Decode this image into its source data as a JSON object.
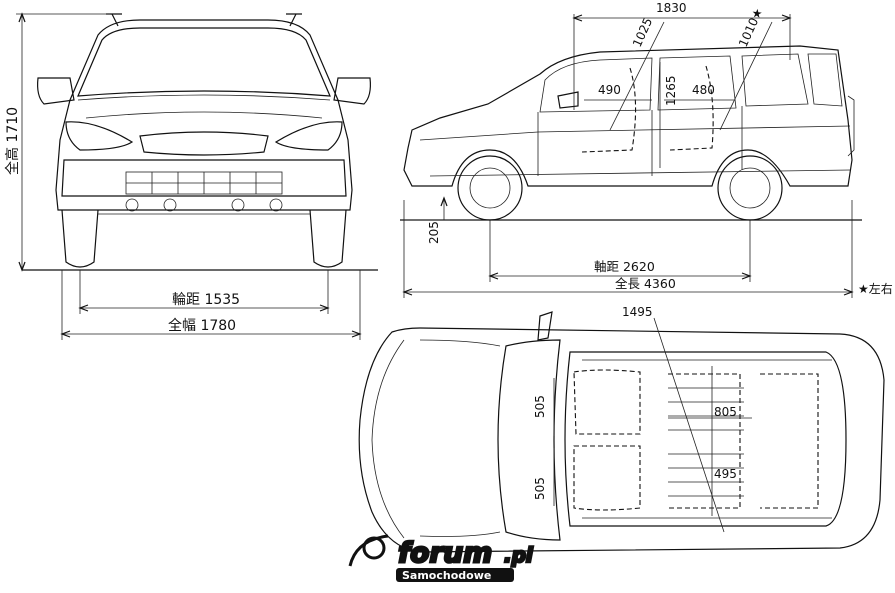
{
  "front_view": {
    "height_label": "全高 1710",
    "tread_label": "輪距 1535",
    "width_label": "全幅 1780"
  },
  "side_view": {
    "top_width": "1830",
    "dim_1025": "1025",
    "dim_1010": "1010★",
    "dim_490": "490",
    "dim_1265": "1265",
    "dim_480": "480",
    "clearance": "205",
    "wheelbase_label": "軸距 2620",
    "length_label": "全長 4360",
    "note": "★左右"
  },
  "top_view": {
    "dim_1495": "1495",
    "dim_505_front": "505",
    "dim_505_rear": "505",
    "dim_805": "805",
    "dim_495": "495"
  },
  "watermark": {
    "main": "forum",
    "tld": ".pl",
    "sub": "Samochodowe"
  }
}
